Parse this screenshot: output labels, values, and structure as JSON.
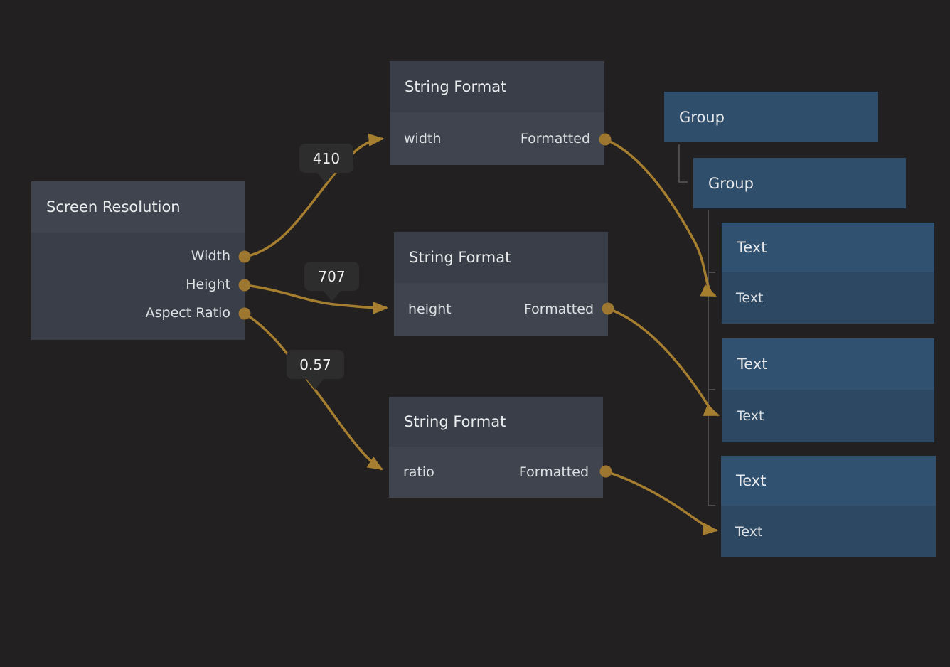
{
  "canvas": {
    "background_color": "#222021",
    "wire_color": "#a67e2f",
    "port_color": "#9d762f",
    "tree_line_color": "#4c4c4c"
  },
  "nodes": {
    "screen_resolution": {
      "title": "Screen Resolution",
      "outputs": [
        "Width",
        "Height",
        "Aspect Ratio"
      ]
    },
    "string_format_1": {
      "title": "String Format",
      "input": "width",
      "output": "Formatted"
    },
    "string_format_2": {
      "title": "String Format",
      "input": "height",
      "output": "Formatted"
    },
    "string_format_3": {
      "title": "String Format",
      "input": "ratio",
      "output": "Formatted"
    },
    "group_1": {
      "title": "Group"
    },
    "group_2": {
      "title": "Group"
    },
    "text_1": {
      "title": "Text",
      "input": "Text"
    },
    "text_2": {
      "title": "Text",
      "input": "Text"
    },
    "text_3": {
      "title": "Text",
      "input": "Text"
    }
  },
  "badges": [
    {
      "value": "410"
    },
    {
      "value": "707"
    },
    {
      "value": "0.57"
    }
  ]
}
